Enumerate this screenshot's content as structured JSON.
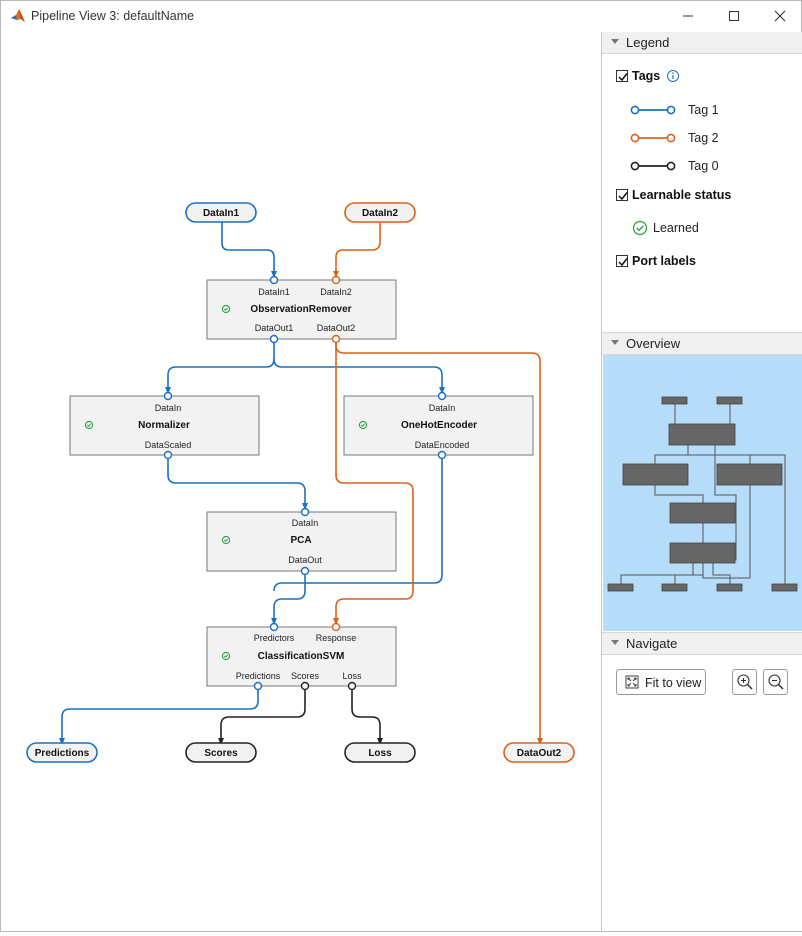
{
  "window": {
    "title": "Pipeline View 3: defaultName"
  },
  "pipeline": {
    "inputs": [
      "DataIn1",
      "DataIn2"
    ],
    "outputs": [
      "Predictions",
      "Scores",
      "Loss",
      "DataOut2"
    ],
    "components": {
      "observation_remover": {
        "name": "ObservationRemover",
        "in_ports": [
          "DataIn1",
          "DataIn2"
        ],
        "out_ports": [
          "DataOut1",
          "DataOut2"
        ]
      },
      "normalizer": {
        "name": "Normalizer",
        "in_ports": [
          "DataIn"
        ],
        "out_ports": [
          "DataScaled"
        ]
      },
      "one_hot_encoder": {
        "name": "OneHotEncoder",
        "in_ports": [
          "DataIn"
        ],
        "out_ports": [
          "DataEncoded"
        ]
      },
      "pca": {
        "name": "PCA",
        "in_ports": [
          "DataIn"
        ],
        "out_ports": [
          "DataOut"
        ]
      },
      "classification_svm": {
        "name": "ClassificationSVM",
        "in_ports": [
          "Predictors",
          "Response"
        ],
        "out_ports": [
          "Predictions",
          "Scores",
          "Loss"
        ]
      }
    }
  },
  "legend": {
    "title": "Legend",
    "tags_label": "Tags",
    "tags": [
      {
        "label": "Tag 1",
        "color": "#1a6fc2"
      },
      {
        "label": "Tag 2",
        "color": "#d9621a"
      },
      {
        "label": "Tag 0",
        "color": "#222222"
      }
    ],
    "learnable_label": "Learnable status",
    "learned_label": "Learned",
    "port_labels_label": "Port labels",
    "tags_checked": true,
    "learnable_checked": true,
    "port_labels_checked": true
  },
  "overview": {
    "title": "Overview"
  },
  "navigate": {
    "title": "Navigate",
    "fit_label": "Fit to view"
  },
  "colors": {
    "tag1": "#1a6fc2",
    "tag2": "#d9621a",
    "tag0": "#222222",
    "learned": "#2ea043",
    "overview_bg": "#b5dcf9"
  }
}
